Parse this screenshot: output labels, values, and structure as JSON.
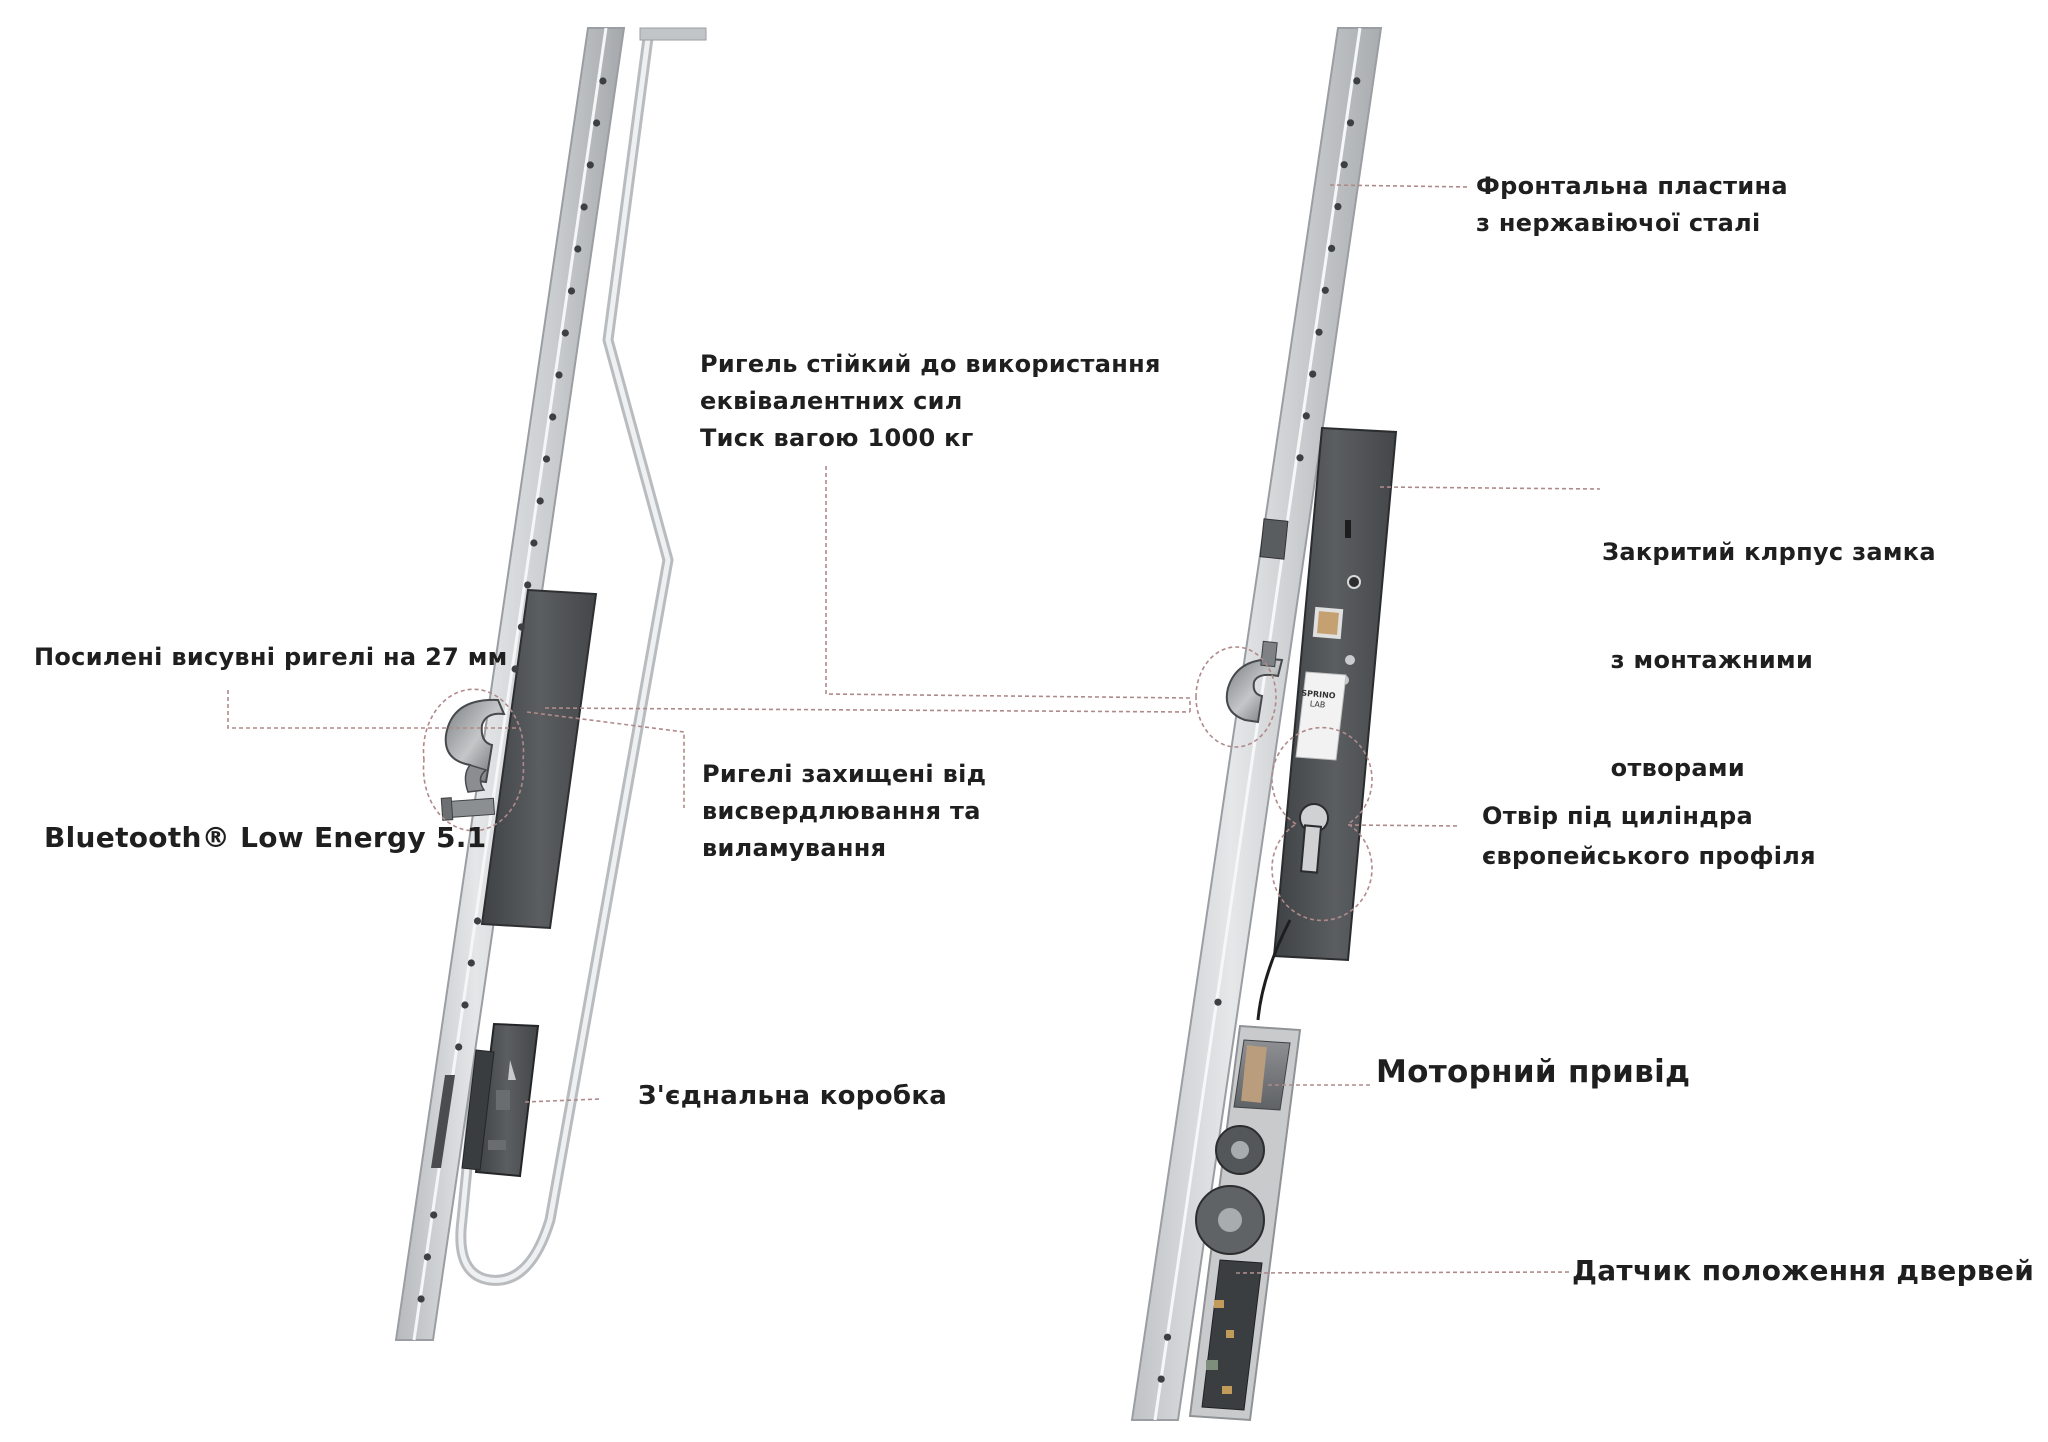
{
  "labels": {
    "faceplate": [
      "Фронтальна пластина",
      "з нержавіючої сталі"
    ],
    "bolt_force": [
      "Ригель стійкий до використання",
      "еквівалентних сил",
      "Тиск вагою 1000 кг"
    ],
    "lock_case": [
      "Закритий клрпус замка",
      " з монтажними",
      " отворами"
    ],
    "reinforced_bolts": "Посилені висувні ригелі на 27 мм",
    "drill_protect": [
      "Ригелі захищені від",
      "висвердлювання та",
      "виламування"
    ],
    "bluetooth": "Bluetooth® Low Energy 5.1",
    "cylinder_hole": [
      "Отвір під циліндра",
      "європейського профіля"
    ],
    "junction_box": "З'єднальна коробка",
    "motor_drive": "Моторний привід",
    "door_sensor": "Датчик положення двервей"
  },
  "product_marks": {
    "plate_text": "SPRINO",
    "logo_text": "LAB"
  },
  "colors": {
    "leader_line": "#b08a8a",
    "text": "#1f1f1f",
    "steel_light": "#d2d4d6",
    "steel_dark": "#9ea2a6",
    "case_dark": "#4e5154"
  }
}
